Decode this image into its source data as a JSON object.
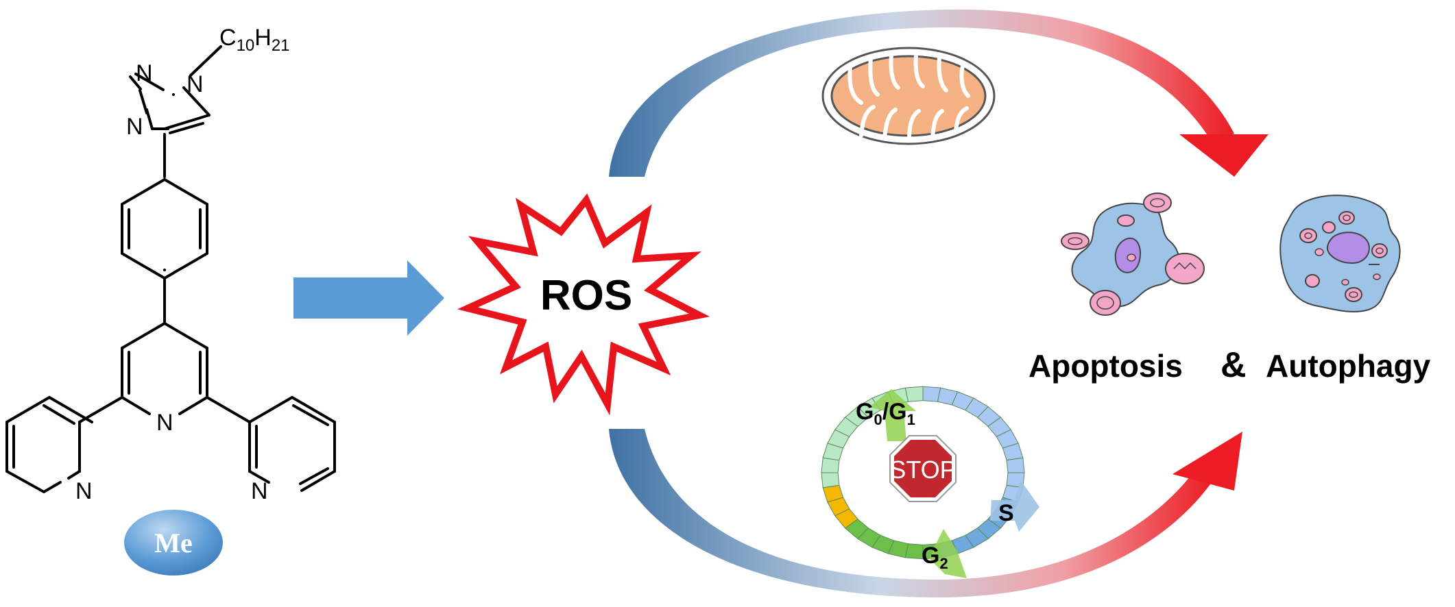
{
  "molecule": {
    "substituent": {
      "base": "C",
      "base_sub": "10",
      "h": "H",
      "h_sub": "21"
    },
    "nitrogen": "N",
    "metal_badge": "Me"
  },
  "burst_label": "ROS",
  "cell_cycle": {
    "g0g1": {
      "g": "G",
      "sub0": "0",
      "slash": "/G",
      "sub1": "1"
    },
    "s": "S",
    "g2": {
      "g": "G",
      "sub": "2"
    },
    "stop": "STOP"
  },
  "outcome": {
    "left": "Apoptosis",
    "amp": "&",
    "right": "Autophagy"
  },
  "colors": {
    "arrow_blue": "#5b9bd5",
    "arc_blue": "#3f72a4",
    "arc_red": "#ec1c24",
    "burst_red": "#e8141c",
    "mitochondrion": "#f4b183",
    "cell_blue": "#9dc3e6",
    "vesicle_pink": "#f4a6c8",
    "nucleus_purple": "#b48ee6",
    "stop_red": "#c0282e"
  }
}
